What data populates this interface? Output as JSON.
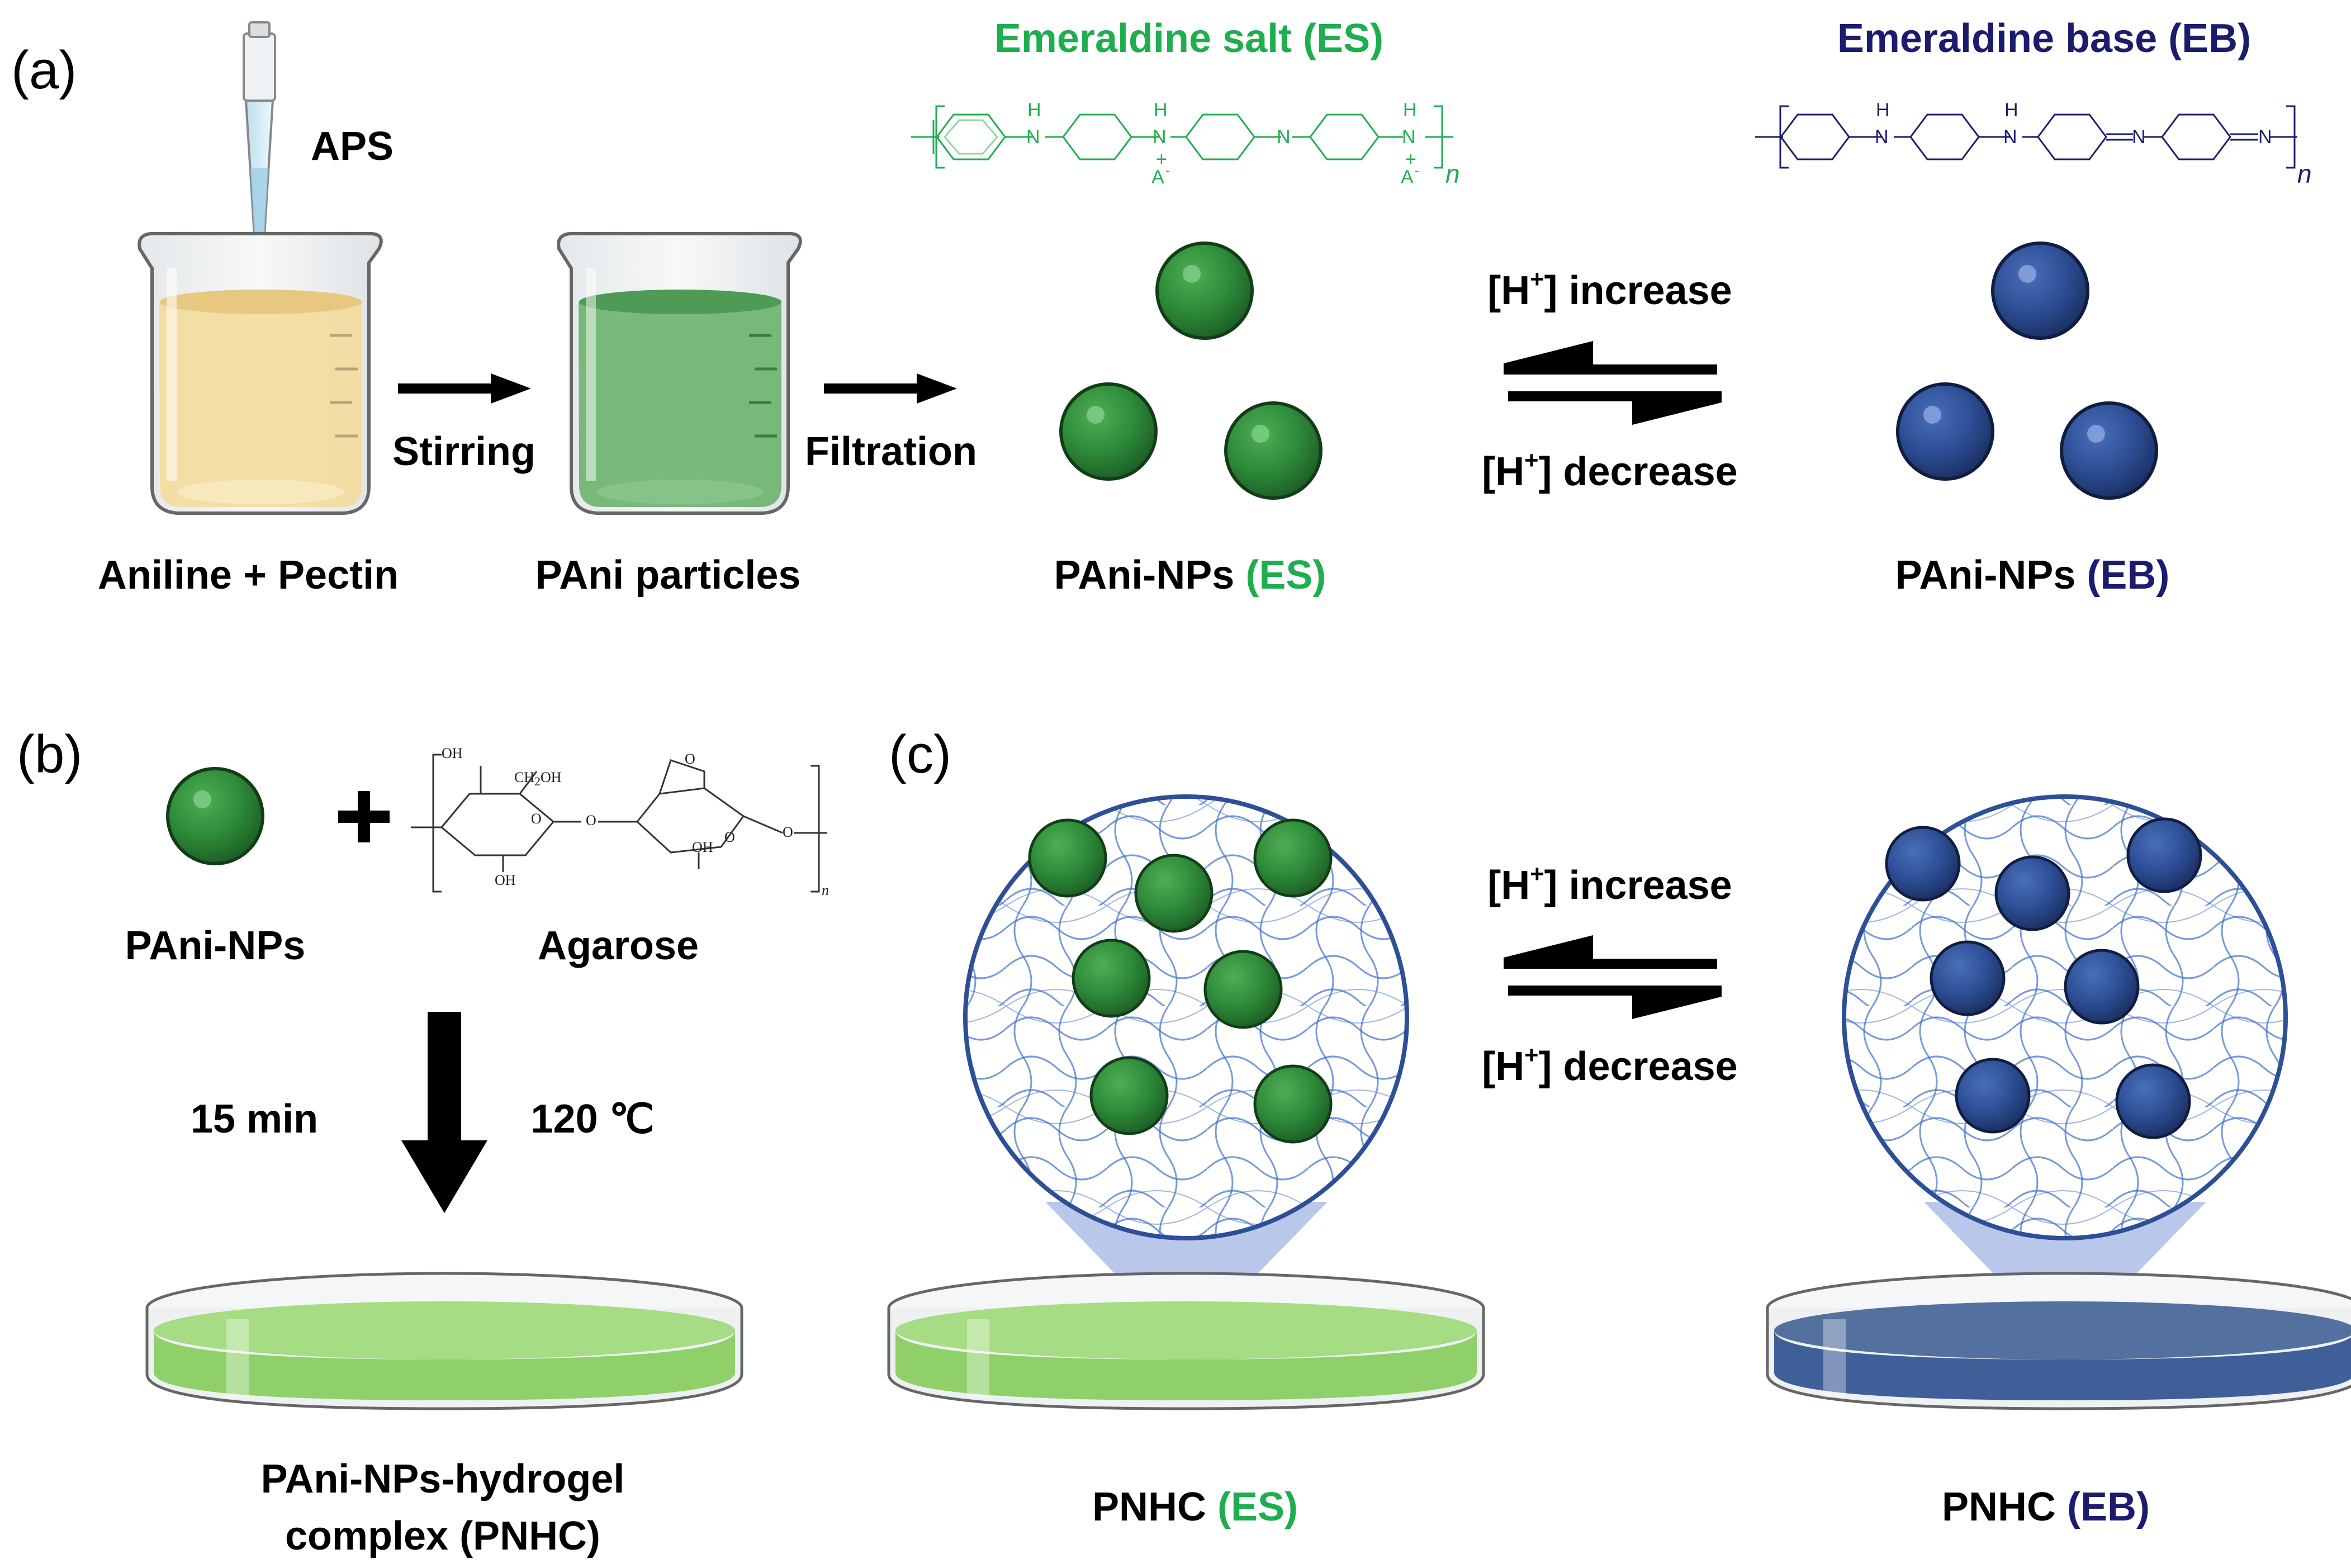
{
  "panels": {
    "a": "(a)",
    "b": "(b)",
    "c": "(c)"
  },
  "panel_a": {
    "reagent": "APS",
    "beaker1_label": "Aniline + Pectin",
    "step1": "Stirring",
    "beaker2_label": "PAni particles",
    "step2": "Filtration",
    "es_title": "Emeraldine salt (ES)",
    "eb_title": "Emeraldine base (EB)",
    "np_es_label": {
      "prefix": "PAni-NPs ",
      "suffix": "(ES)"
    },
    "np_eb_label": {
      "prefix": "PAni-NPs ",
      "suffix": "(EB)"
    },
    "increase_prefix": "[H",
    "increase_suffix": "] increase",
    "decrease_prefix": "[H",
    "decrease_suffix": "] decrease",
    "plus_sign": "+"
  },
  "chem": {
    "H": "H",
    "N": "N",
    "A": "A",
    "minus": "-",
    "plus": "+",
    "n": "n",
    "oh": "OH",
    "ch2oh": "CH",
    "sub2": "2",
    "o": "O"
  },
  "panel_b": {
    "np_label": "PAni-NPs",
    "agarose_label": "Agarose",
    "plus": "+",
    "time": "15 min",
    "temp": "120 ℃",
    "product_line1": "PAni-NPs-hydrogel",
    "product_line2": "complex (PNHC)"
  },
  "panel_c": {
    "increase_prefix": "[H",
    "increase_suffix": "] increase",
    "decrease_prefix": "[H",
    "decrease_suffix": "] decrease",
    "plus_sign": "+",
    "es_label": {
      "prefix": "PNHC ",
      "suffix": "(ES)"
    },
    "eb_label": {
      "prefix": "PNHC ",
      "suffix": "(EB)"
    }
  },
  "colors": {
    "es_green": "#1fae4f",
    "eb_navy": "#1c1c6e",
    "np_green": "#2e8b3a",
    "np_blue": "#2d4f96",
    "hydrogel_green": "#8fd06a",
    "hydrogel_blue": "#3f5f98",
    "aniline_yellow": "#f4dc9c",
    "pani_green": "#6bb36e"
  }
}
